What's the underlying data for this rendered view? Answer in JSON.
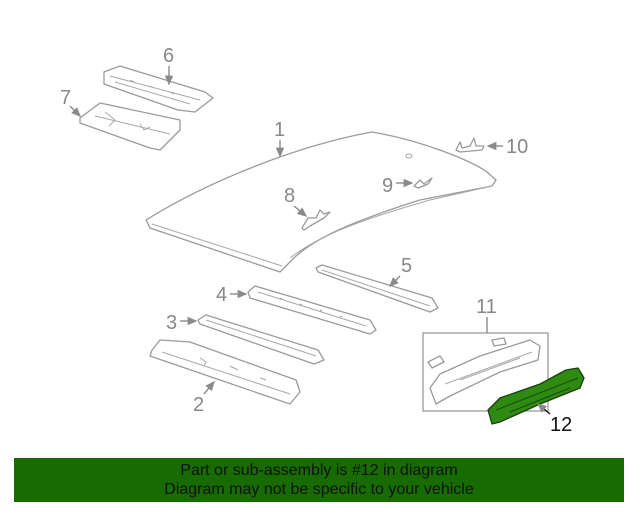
{
  "diagram": {
    "title": "Roof panel & components parts diagram",
    "highlight_color": "#2f8a12",
    "callouts": [
      {
        "id": "1",
        "label": "1"
      },
      {
        "id": "2",
        "label": "2"
      },
      {
        "id": "3",
        "label": "3"
      },
      {
        "id": "4",
        "label": "4"
      },
      {
        "id": "5",
        "label": "5"
      },
      {
        "id": "6",
        "label": "6"
      },
      {
        "id": "7",
        "label": "7"
      },
      {
        "id": "8",
        "label": "8"
      },
      {
        "id": "9",
        "label": "9"
      },
      {
        "id": "10",
        "label": "10"
      },
      {
        "id": "11",
        "label": "11"
      },
      {
        "id": "12",
        "label": "12",
        "highlighted": true
      }
    ]
  },
  "banner": {
    "background": "#176b00",
    "line1": "Part or sub-assembly is #12 in diagram",
    "line2": "Diagram may not be specific to your vehicle"
  }
}
